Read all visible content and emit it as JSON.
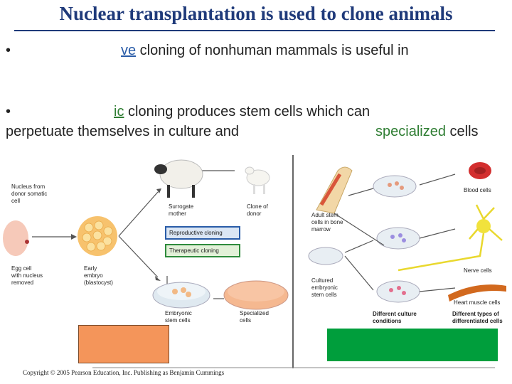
{
  "title": "Nuclear transplantation is used to clone animals",
  "bullets": {
    "b1": {
      "bullet": "•",
      "accent": "ve",
      "rest": " cloning of nonhuman mammals is useful in"
    },
    "b2": {
      "bullet": "•",
      "accent": "ic",
      "rest": " cloning produces stem cells which can",
      "line2_start": "perpetuate themselves in culture and",
      "accent2": "specialized",
      "line2_end": " cells"
    }
  },
  "diagram": {
    "left": {
      "nucleus_label": [
        "Nucleus from",
        "donor somatic",
        "cell"
      ],
      "egg_label": [
        "Egg cell",
        "with nucleus",
        "removed"
      ],
      "embryo_label": [
        "Early",
        "embryo",
        "(blastocyst)"
      ],
      "surrogate_label": [
        "Surrogate",
        "mother"
      ],
      "clone_label": [
        "Clone of",
        "donor"
      ],
      "reproductive": "Reproductive cloning",
      "therapeutic": "Therapeutic cloning",
      "embryonic_label": [
        "Embryonic",
        "stem cells"
      ],
      "specialized_label": [
        "Specialized",
        "cells"
      ]
    },
    "right": {
      "adult_label": [
        "Adult stem",
        "cells in bone",
        "marrow"
      ],
      "cultured_label": [
        "Cultured",
        "embryonic",
        "stem cells"
      ],
      "blood_label": "Blood cells",
      "nerve_label": "Nerve cells",
      "heart_label": "Heart muscle cells",
      "culture_label": [
        "Different culture",
        "conditions"
      ],
      "diff_label": [
        "Different types of",
        "differentiated cells"
      ]
    }
  },
  "copyright": "Copyright © 2005 Pearson Education, Inc. Publishing as Benjamin Cummings",
  "colors": {
    "title": "#1f3a7a",
    "accent": "#2e7d32",
    "orange": "#f4955a",
    "green": "#009e3c",
    "repro": "#2a5ca8"
  }
}
